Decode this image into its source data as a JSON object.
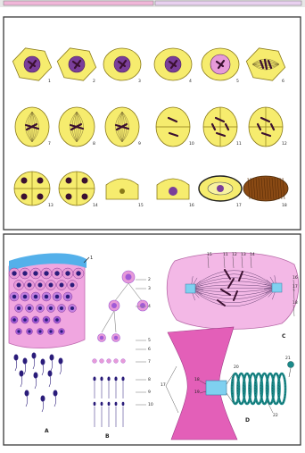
{
  "colors": {
    "page_bg": "#ffffff",
    "panel_border": "#3a3a3a",
    "cell_fill": "#f6ec6e",
    "cell_stroke": "#8a7a1a",
    "nucleus": "#7a3e9a",
    "chromosome": "#3b1030",
    "pink_light": "#f3b8e6",
    "pink_mid": "#e79ad8",
    "purple": "#a05bd6",
    "dark_blue": "#2a1c7a",
    "magenta": "#e35fb8",
    "cyan_box": "#7fd0f0",
    "teal": "#1a8a8a",
    "epidermis_blue": "#54b0ea",
    "brown": "#8a4a14"
  },
  "top_panel": {
    "cell_numbers": [
      "1",
      "2",
      "3",
      "4",
      "5",
      "6",
      "7",
      "8",
      "9",
      "10",
      "11",
      "12",
      "13",
      "14",
      "15",
      "16",
      "17",
      "18"
    ]
  },
  "bottom_panel": {
    "figure_letters": [
      "A",
      "B",
      "C",
      "D"
    ],
    "labels_a": [
      "1"
    ],
    "labels_b": [
      "2",
      "3",
      "4",
      "5",
      "6",
      "7",
      "8",
      "9",
      "10"
    ],
    "labels_c": [
      "11",
      "12",
      "13",
      "14",
      "15",
      "16",
      "17",
      "18"
    ],
    "labels_d": [
      "17",
      "18",
      "19",
      "20",
      "21",
      "22"
    ]
  }
}
